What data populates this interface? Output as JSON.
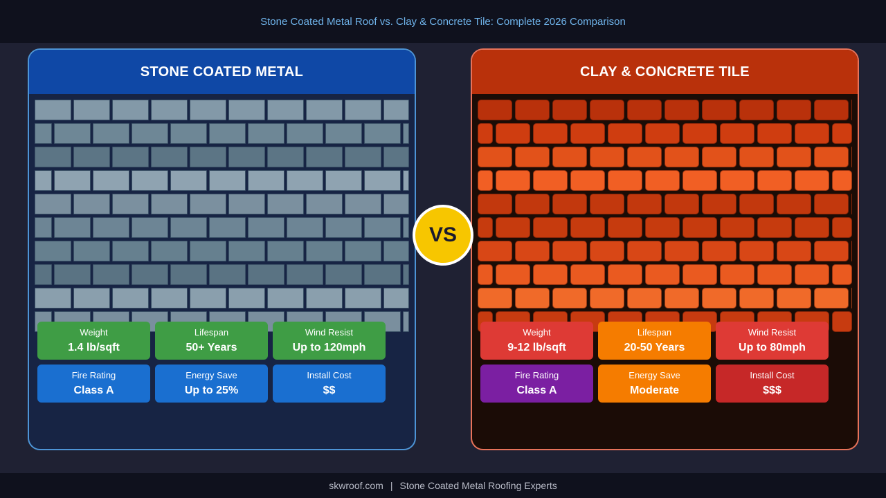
{
  "header": {
    "title": "Stone Coated Metal Roof vs. Clay & Concrete Tile: Complete 2026 Comparison"
  },
  "vs_badge": "VS",
  "metal": {
    "title": "STONE COATED METAL",
    "accent": "#0f48a6",
    "stats": [
      {
        "label": "Weight",
        "value": "1.4 lb/sqft",
        "color": "#3f9d45"
      },
      {
        "label": "Lifespan",
        "value": "50+ Years",
        "color": "#3f9d45"
      },
      {
        "label": "Wind Resist",
        "value": "Up to 120mph",
        "color": "#3f9d45"
      },
      {
        "label": "Fire Rating",
        "value": "Class A",
        "color": "#1a6fd0"
      },
      {
        "label": "Energy Save",
        "value": "Up to 25%",
        "color": "#1a6fd0"
      },
      {
        "label": "Install Cost",
        "value": "$$",
        "color": "#1a6fd0"
      }
    ]
  },
  "clay": {
    "title": "CLAY & CONCRETE TILE",
    "accent": "#b9310b",
    "stats": [
      {
        "label": "Weight",
        "value": "9-12 lb/sqft",
        "color": "#de3a35"
      },
      {
        "label": "Lifespan",
        "value": "20-50 Years",
        "color": "#f57c00"
      },
      {
        "label": "Wind Resist",
        "value": "Up to 80mph",
        "color": "#de3a35"
      },
      {
        "label": "Fire Rating",
        "value": "Class A",
        "color": "#7b1fa2"
      },
      {
        "label": "Energy Save",
        "value": "Moderate",
        "color": "#f57c00"
      },
      {
        "label": "Install Cost",
        "value": "$$$",
        "color": "#c62828"
      }
    ]
  },
  "footer": {
    "site": "skwroof.com",
    "separator": "|",
    "tagline": "Stone Coated Metal Roofing Experts"
  }
}
